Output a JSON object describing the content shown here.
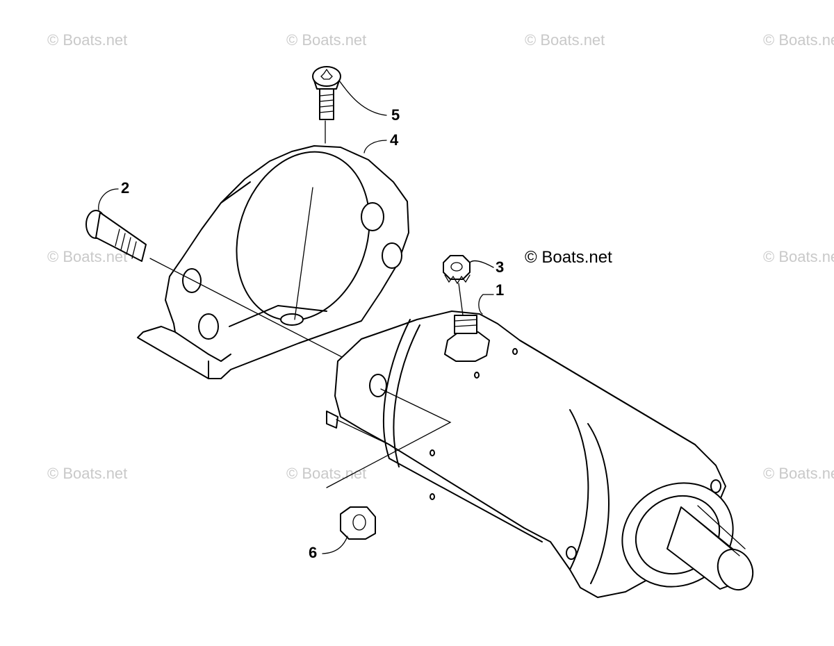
{
  "watermark_text": "© Boats.net",
  "copyright_label": "© Boats.net",
  "callouts": [
    {
      "number": "1"
    },
    {
      "number": "2"
    },
    {
      "number": "3"
    },
    {
      "number": "4"
    },
    {
      "number": "5"
    },
    {
      "number": "6"
    }
  ]
}
